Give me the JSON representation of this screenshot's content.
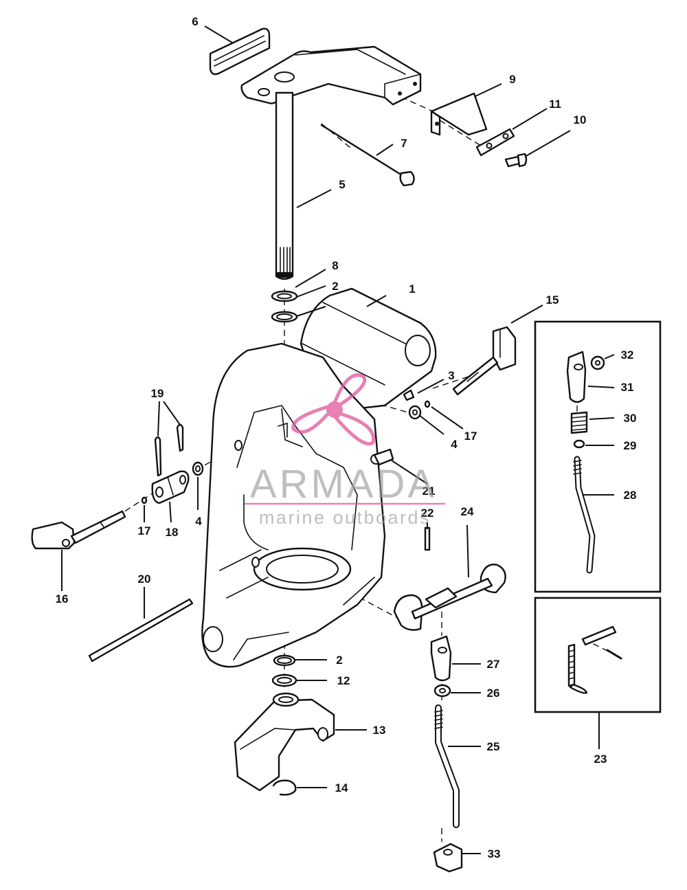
{
  "diagram": {
    "callouts": [
      {
        "id": "c1",
        "label": "1"
      },
      {
        "id": "c2a",
        "label": "2"
      },
      {
        "id": "c2b",
        "label": "2"
      },
      {
        "id": "c3",
        "label": "3"
      },
      {
        "id": "c4a",
        "label": "4"
      },
      {
        "id": "c4b",
        "label": "4"
      },
      {
        "id": "c5",
        "label": "5"
      },
      {
        "id": "c6",
        "label": "6"
      },
      {
        "id": "c7",
        "label": "7"
      },
      {
        "id": "c8",
        "label": "8"
      },
      {
        "id": "c9",
        "label": "9"
      },
      {
        "id": "c10",
        "label": "10"
      },
      {
        "id": "c11",
        "label": "11"
      },
      {
        "id": "c12",
        "label": "12"
      },
      {
        "id": "c13",
        "label": "13"
      },
      {
        "id": "c14",
        "label": "14"
      },
      {
        "id": "c15",
        "label": "15"
      },
      {
        "id": "c16",
        "label": "16"
      },
      {
        "id": "c17a",
        "label": "17"
      },
      {
        "id": "c17b",
        "label": "17"
      },
      {
        "id": "c18",
        "label": "18"
      },
      {
        "id": "c19",
        "label": "19"
      },
      {
        "id": "c20",
        "label": "20"
      },
      {
        "id": "c21",
        "label": "21"
      },
      {
        "id": "c22",
        "label": "22"
      },
      {
        "id": "c23",
        "label": "23"
      },
      {
        "id": "c24",
        "label": "24"
      },
      {
        "id": "c25",
        "label": "25"
      },
      {
        "id": "c26",
        "label": "26"
      },
      {
        "id": "c27",
        "label": "27"
      },
      {
        "id": "c28",
        "label": "28"
      },
      {
        "id": "c29",
        "label": "29"
      },
      {
        "id": "c30",
        "label": "30"
      },
      {
        "id": "c31",
        "label": "31"
      },
      {
        "id": "c32",
        "label": "32"
      },
      {
        "id": "c33",
        "label": "33"
      }
    ]
  },
  "watermark": {
    "brand": "ARMADA",
    "tagline": "marine outboards",
    "logo_color": "#e0569c",
    "logo_icon": "propeller-icon"
  }
}
